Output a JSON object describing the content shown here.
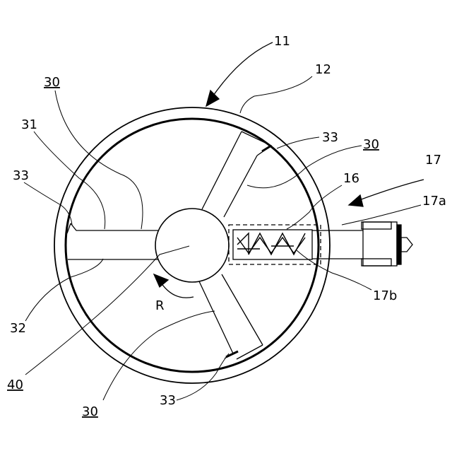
{
  "labels": {
    "l11": "11",
    "l12": "12",
    "l30_tl": "30",
    "l31": "31",
    "l33_l": "33",
    "l33_tr": "33",
    "l30_r": "30",
    "l16": "16",
    "l17": "17",
    "l17a": "17a",
    "l17b": "17b",
    "lR": "R",
    "l32": "32",
    "l40": "40",
    "l33_b": "33",
    "l30_b": "30"
  },
  "colors": {
    "line": "#000000",
    "background": "#ffffff"
  }
}
